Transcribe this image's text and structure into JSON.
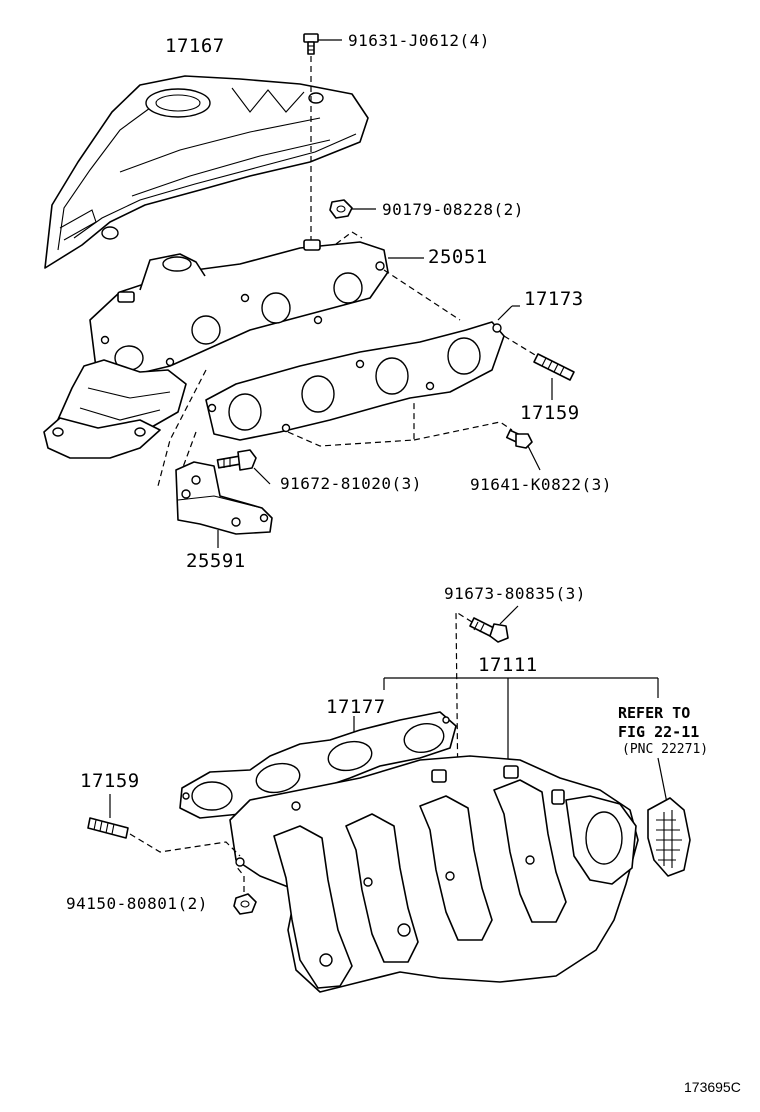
{
  "labels": {
    "p17167": "17167",
    "p91631": "91631-J0612(4)",
    "p90179": "90179-08228(2)",
    "p25051": "25051",
    "p17173": "17173",
    "p17159_top": "17159",
    "p91672": "91672-81020(3)",
    "p91641": "91641-K0822(3)",
    "p25591": "25591",
    "p91673": "91673-80835(3)",
    "p17111": "17111",
    "p17177": "17177",
    "p17159_bottom": "17159",
    "p94150": "94150-80801(2)"
  },
  "reference_note": {
    "line1": "REFER TO",
    "line2": "FIG 22-11",
    "line3": "(PNC 22271)"
  },
  "figure_code": "173695C"
}
